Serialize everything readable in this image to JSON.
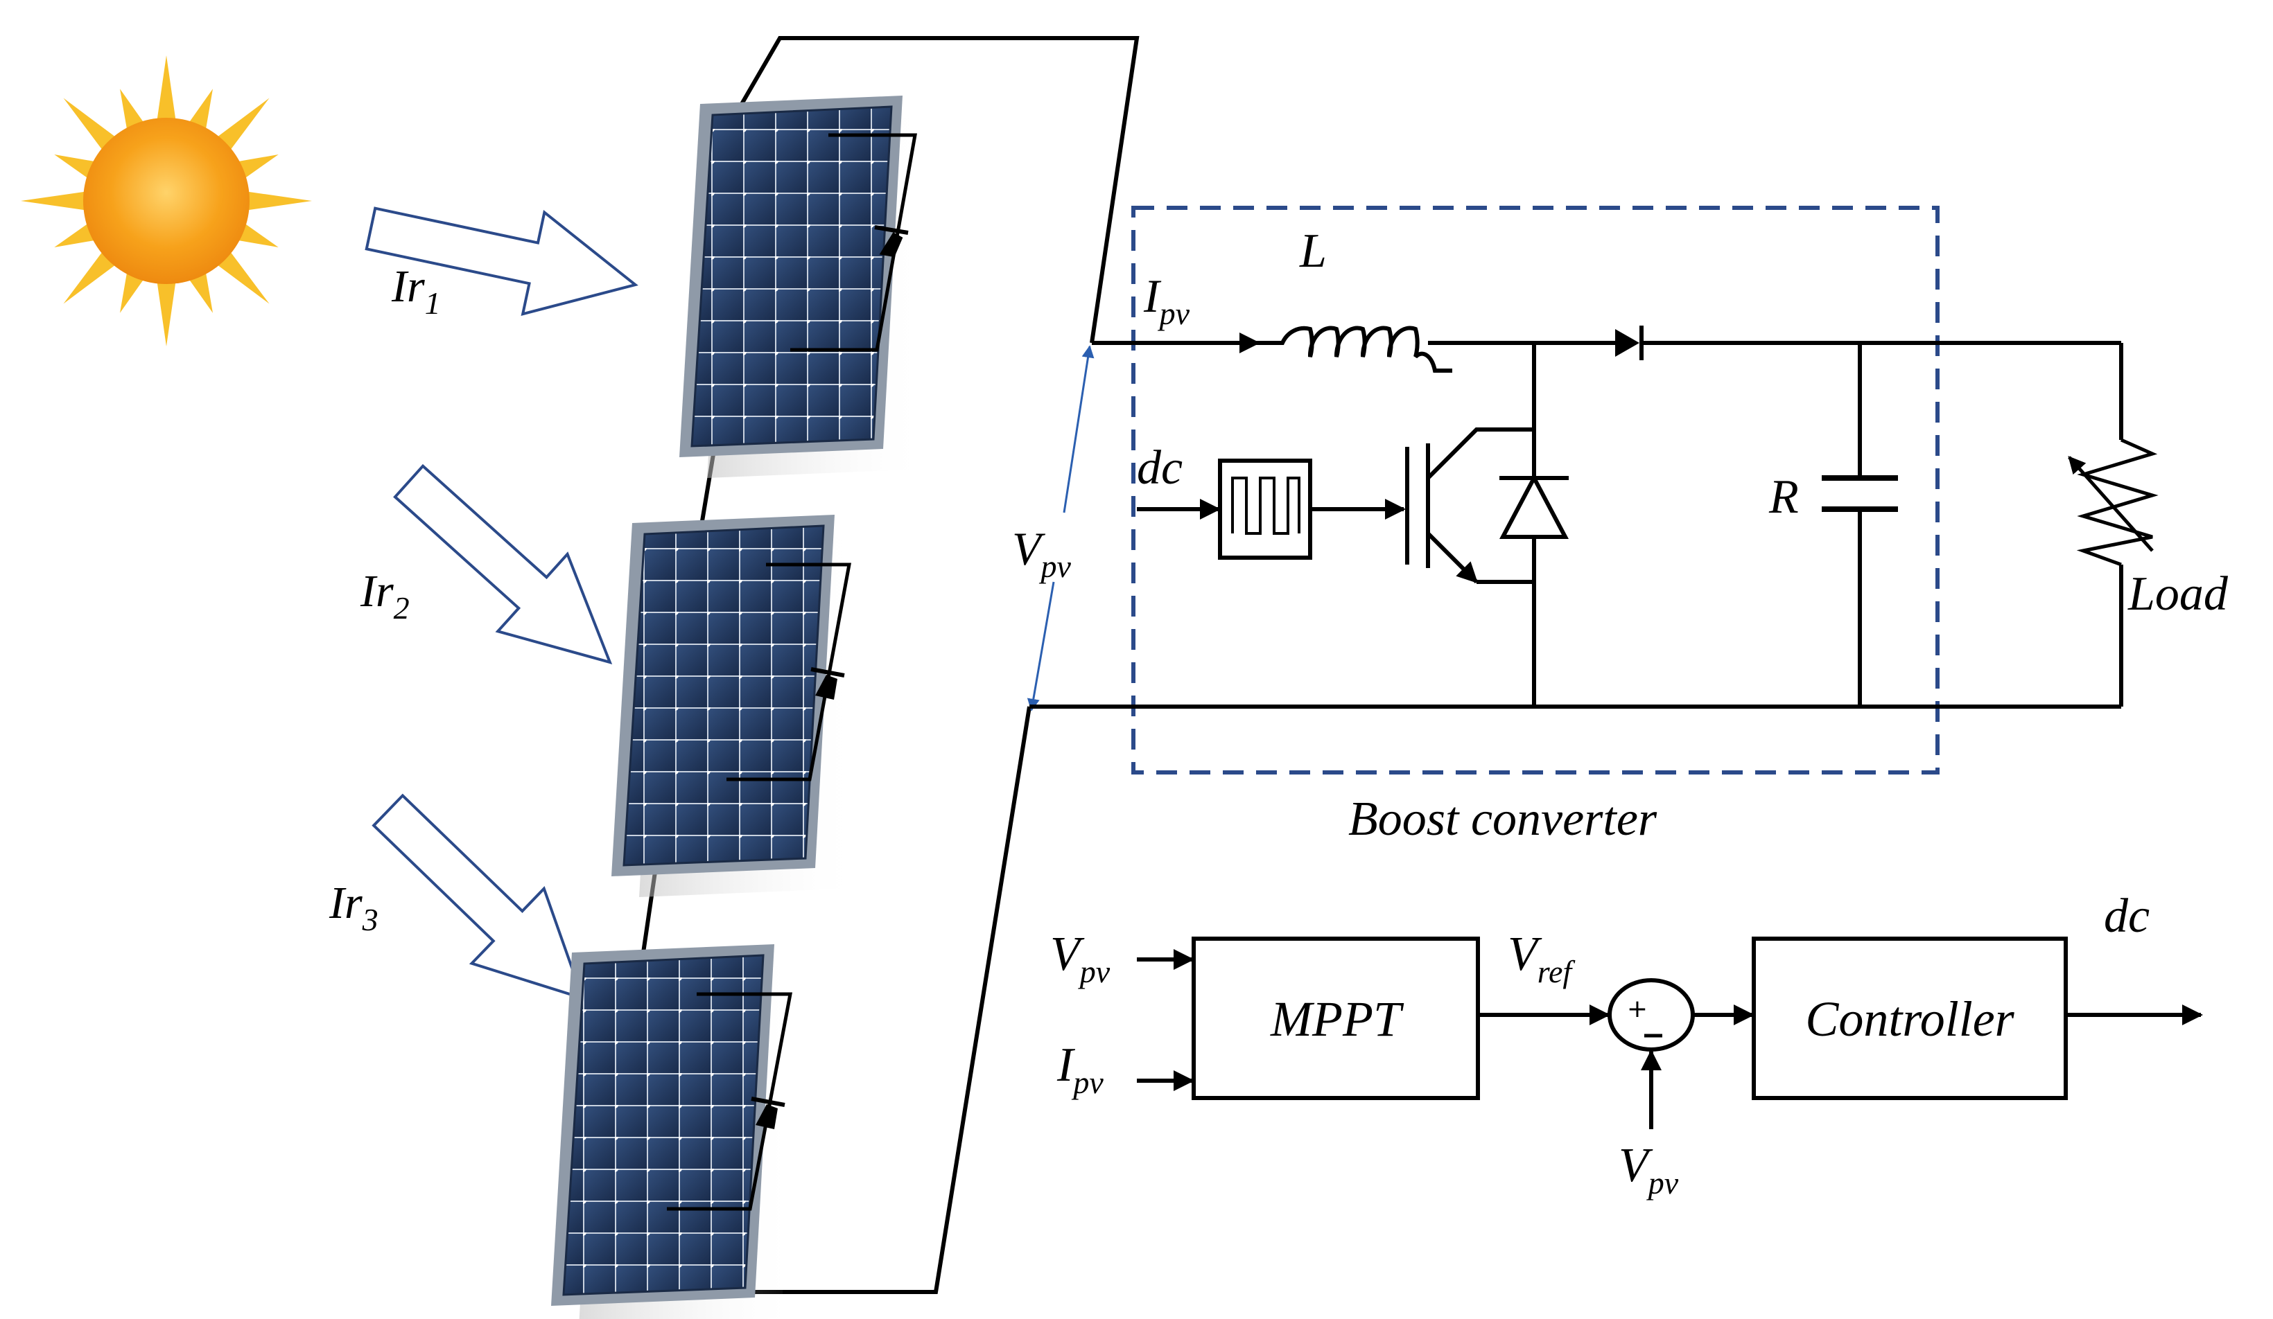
{
  "irradiance": {
    "ir1": {
      "base": "Ir",
      "sub": "1"
    },
    "ir2": {
      "base": "Ir",
      "sub": "2"
    },
    "ir3": {
      "base": "Ir",
      "sub": "3"
    }
  },
  "pv": {
    "voltage": {
      "base": "V",
      "sub": "pv"
    },
    "current": {
      "base": "I",
      "sub": "pv"
    }
  },
  "boost": {
    "title": "Boost converter",
    "inductor_label": "L",
    "capacitor_label": "R",
    "load_label": "Load",
    "duty_label": "dc"
  },
  "control": {
    "input_v": {
      "base": "V",
      "sub": "pv"
    },
    "input_i": {
      "base": "I",
      "sub": "pv"
    },
    "mppt_label": "MPPT",
    "vref": {
      "base": "V",
      "sub": "ref"
    },
    "feedback_v": {
      "base": "V",
      "sub": "pv"
    },
    "controller_label": "Controller",
    "output_label": "dc"
  },
  "colors": {
    "boost_border": "#2b4a8a",
    "arrow_outline": "#2b4a8a",
    "panel_cell": "#1f3558",
    "sun_core": "#f7a21b",
    "sun_rays": "#f8c02a"
  },
  "icons": [
    "sun-icon",
    "solar-panel-icon",
    "diode-icon",
    "inductor-icon",
    "igbt-icon",
    "capacitor-icon",
    "variable-resistor-icon",
    "pwm-icon",
    "summing-junction-icon"
  ]
}
